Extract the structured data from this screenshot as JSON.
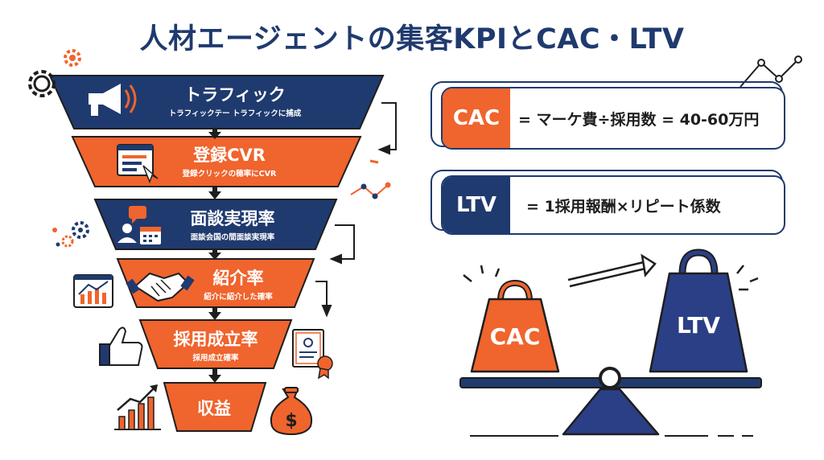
{
  "title": "人材エージェントの集客KPIとCAC・LTV",
  "funnel": [
    {
      "title": "トラフィック",
      "subtitle": "トラフィックテー トラフィックに捕成",
      "icon": "megaphone-icon",
      "color": "#1f3a6e"
    },
    {
      "title": "登録CVR",
      "subtitle": "登録クリックの穂率にCVR",
      "icon": "web-form-icon",
      "color": "#f0642d"
    },
    {
      "title": "面談実現率",
      "subtitle": "面談会国の間面談実現率",
      "icon": "interview-calendar-icon",
      "color": "#1f3a6e"
    },
    {
      "title": "紹介率",
      "subtitle": "紹介に紹介した確率",
      "icon": "handshake-icon",
      "color": "#f0642d"
    },
    {
      "title": "採用成立率",
      "subtitle": "採用成立確率",
      "icon": "none",
      "color": "#f0642d"
    },
    {
      "title": "収益",
      "subtitle": "",
      "icon": "none",
      "color": "#f0642d"
    }
  ],
  "formulas": {
    "cac": {
      "tag": "CAC",
      "text": "= マーケ費÷採用数 = 40-60万円",
      "color": "#f0642d"
    },
    "ltv": {
      "tag": "LTV",
      "text": "= 1採用報酬×リピート係数",
      "color": "#1f3a6e"
    }
  },
  "scale": {
    "left_weight": "CAC",
    "right_weight": "LTV",
    "left_color": "#f0642d",
    "right_color": "#2b3f86"
  },
  "decor_icons": [
    "gear-icon",
    "line-chart-icon",
    "thumbs-up-icon",
    "certificate-icon",
    "bar-chart-icon",
    "money-bag-icon",
    "arrow-icon"
  ],
  "colors": {
    "navy": "#1f3a6e",
    "orange": "#f0642d",
    "text": "#1e1e1e"
  }
}
